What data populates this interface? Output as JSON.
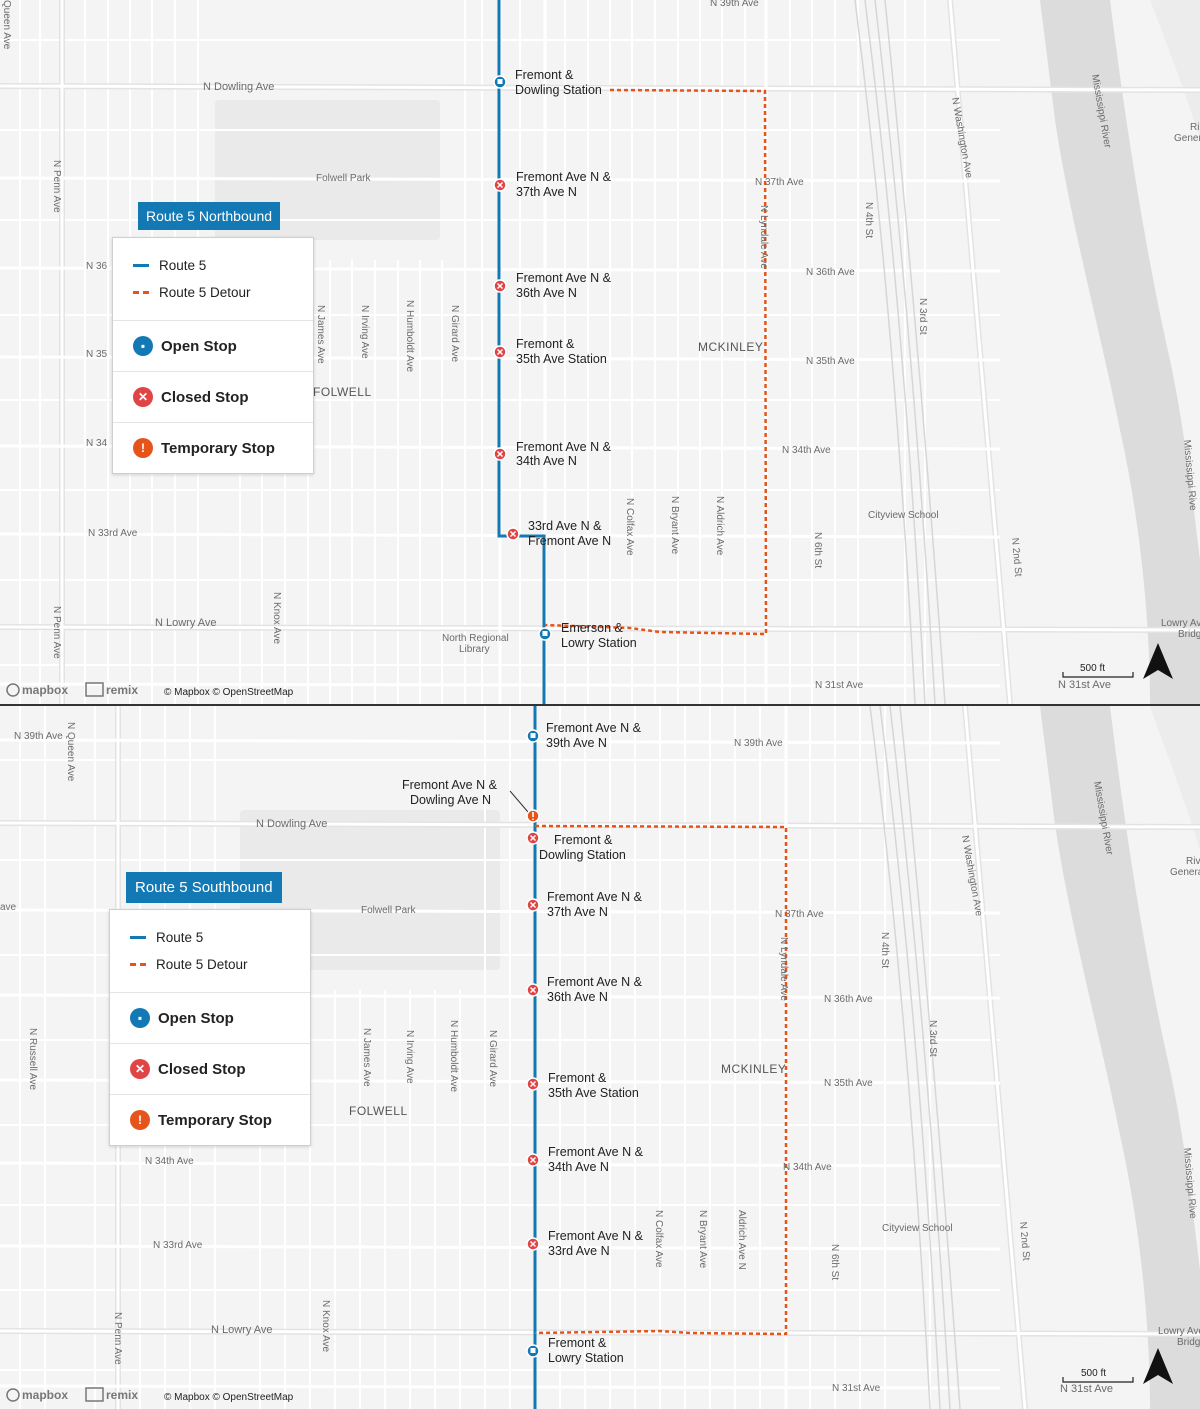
{
  "colors": {
    "route": "#1379b5",
    "detour": "#e6541b",
    "open_stop": "#1379b5",
    "closed_stop": "#e04545",
    "temporary_stop": "#e6541b"
  },
  "attribution": {
    "mapbox": "mapbox",
    "remix": "remix",
    "text": "© Mapbox © OpenStreetMap"
  },
  "maps": [
    {
      "title": "Route 5 Northbound",
      "legend": {
        "route": "Route 5",
        "detour": "Route 5 Detour",
        "open": "Open Stop",
        "closed": "Closed Stop",
        "temporary": "Temporary Stop"
      },
      "scale": "500 ft",
      "neighborhoods": [
        "MCKINLEY",
        "FOLWELL"
      ],
      "places": [
        "Folwell Park",
        "North Regional",
        "Library",
        "Cityview School",
        "Mississippi River",
        "Lowry Ave",
        "Bridg",
        "Ri",
        "Gener"
      ],
      "streets": [
        "N 39th Ave",
        "N Dowling Ave",
        "N 37th Ave",
        "N 36th Ave",
        "N 35th Ave",
        "N 34th Ave",
        "N 33rd Ave",
        "N Lowry Ave",
        "N 31st Ave",
        "N Penn Ave",
        "N James Ave",
        "N Irving Ave",
        "N Humboldt Ave",
        "N Girard Ave",
        "N Knox Ave",
        "N Colfax Ave",
        "N Bryant Ave",
        "N Aldrich Ave",
        "N Lyndale Ave",
        "N 6th St",
        "N 4th St",
        "N 3rd St",
        "N Washington Ave",
        "N 2nd St",
        "Queen Ave",
        "N 36",
        "N 35",
        "N 34"
      ],
      "stops": [
        {
          "type": "open",
          "l1": "Fremont &",
          "l2": "Dowling Station"
        },
        {
          "type": "closed",
          "l1": "Fremont Ave N &",
          "l2": "37th Ave N"
        },
        {
          "type": "closed",
          "l1": "Fremont Ave N &",
          "l2": "36th Ave N"
        },
        {
          "type": "closed",
          "l1": "Fremont &",
          "l2": "35th Ave Station"
        },
        {
          "type": "closed",
          "l1": "Fremont Ave N &",
          "l2": "34th Ave N"
        },
        {
          "type": "closed",
          "l1": "33rd Ave N &",
          "l2": "Fremont Ave N"
        },
        {
          "type": "open",
          "l1": "Emerson &",
          "l2": "Lowry Station"
        }
      ]
    },
    {
      "title": "Route 5 Southbound",
      "legend": {
        "route": "Route 5",
        "detour": "Route 5 Detour",
        "open": "Open Stop",
        "closed": "Closed Stop",
        "temporary": "Temporary Stop"
      },
      "scale": "500 ft",
      "neighborhoods": [
        "MCKINLEY",
        "FOLWELL"
      ],
      "places": [
        "Folwell Park",
        "Cityview School",
        "Mississippi River",
        "Lowry Ave",
        "Bridg",
        "Riv",
        "Genera"
      ],
      "streets": [
        "N 39th Ave",
        "N Dowling Ave",
        "N 37th Ave",
        "N 36th Ave",
        "N 35th Ave",
        "N 34th Ave",
        "N 33rd Ave",
        "N Lowry Ave",
        "N 31st Ave",
        "N Penn Ave",
        "N James Ave",
        "N Irving Ave",
        "N Humboldt Ave",
        "N Girard Ave",
        "N Knox Ave",
        "N Colfax Ave",
        "N Bryant Ave",
        "N Aldrich Ave",
        "N Lyndale Ave",
        "N 6th St",
        "N 4th St",
        "N 3rd St",
        "N Washington Ave",
        "N 2nd St",
        "N Queen Ave",
        "N Russell Ave",
        "N 39th Ave",
        "ave"
      ],
      "stops": [
        {
          "type": "open",
          "l1": "Fremont Ave N &",
          "l2": "39th Ave N"
        },
        {
          "type": "temporary",
          "l1": "Fremont Ave N &",
          "l2": "Dowling Ave N"
        },
        {
          "type": "closed",
          "l1": "Fremont &",
          "l2": "Dowling Station"
        },
        {
          "type": "closed",
          "l1": "Fremont Ave N &",
          "l2": "37th Ave N"
        },
        {
          "type": "closed",
          "l1": "Fremont Ave N &",
          "l2": "36th Ave N"
        },
        {
          "type": "closed",
          "l1": "Fremont &",
          "l2": "35th Ave Station"
        },
        {
          "type": "closed",
          "l1": "Fremont Ave N &",
          "l2": "34th Ave N"
        },
        {
          "type": "closed",
          "l1": "Fremont Ave N &",
          "l2": "33rd Ave N"
        },
        {
          "type": "open",
          "l1": "Fremont &",
          "l2": "Lowry Station"
        }
      ]
    }
  ]
}
